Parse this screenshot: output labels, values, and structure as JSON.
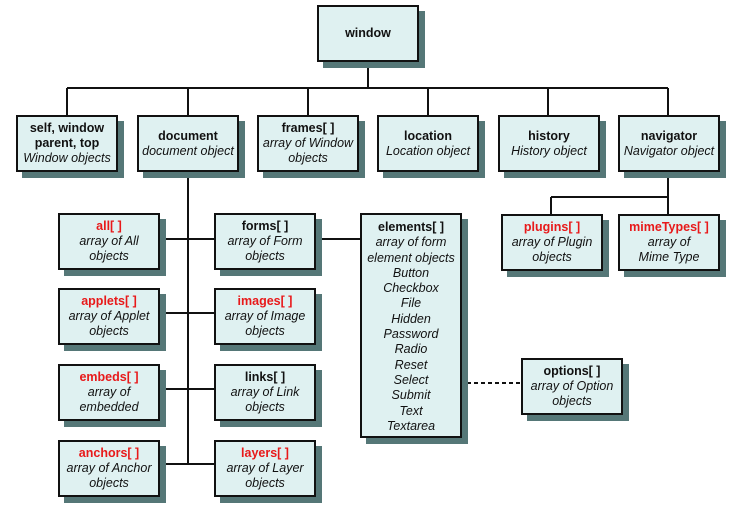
{
  "diagram": {
    "accent_color": "#e8191a",
    "box_fill": "#dff1f1",
    "shadow_color": "#557777",
    "nodes": {
      "window": {
        "title": "window",
        "desc": []
      },
      "self": {
        "title": "self, window",
        "title2": "parent, top",
        "desc": [
          "Window objects"
        ]
      },
      "document": {
        "title": "document",
        "desc": [
          "document object"
        ]
      },
      "frames": {
        "title": "frames[ ]",
        "desc": [
          "array of Window",
          "objects"
        ]
      },
      "location": {
        "title": "location",
        "desc": [
          "Location object"
        ]
      },
      "history": {
        "title": "history",
        "desc": [
          "History object"
        ]
      },
      "navigator": {
        "title": "navigator",
        "desc": [
          "Navigator object"
        ]
      },
      "all": {
        "title": "all[ ]",
        "desc": [
          "array of All",
          "objects"
        ]
      },
      "forms": {
        "title": "forms[ ]",
        "desc": [
          "array of Form",
          "objects"
        ]
      },
      "applets": {
        "title": "applets[ ]",
        "desc": [
          "array of Applet",
          "objects"
        ]
      },
      "images": {
        "title": "images[ ]",
        "desc": [
          "array of Image",
          "objects"
        ]
      },
      "embeds": {
        "title": "embeds[ ]",
        "desc": [
          "array of",
          "embedded"
        ]
      },
      "links": {
        "title": "links[ ]",
        "desc": [
          "array of Link",
          "objects"
        ]
      },
      "anchors": {
        "title": "anchors[ ]",
        "desc": [
          "array of Anchor",
          "objects"
        ]
      },
      "layers": {
        "title": "layers[ ]",
        "desc": [
          "array of Layer",
          "objects"
        ]
      },
      "elements": {
        "title": "elements[ ]",
        "desc": [
          "array of form",
          "element objects",
          "Button",
          "Checkbox",
          "File",
          "Hidden",
          "Password",
          "Radio",
          "Reset",
          "Select",
          "Submit",
          "Text",
          "Textarea"
        ]
      },
      "plugins": {
        "title": "plugins[ ]",
        "desc": [
          "array of Plugin",
          "objects"
        ]
      },
      "mimeTypes": {
        "title": "mimeTypes[ ]",
        "desc": [
          "array of",
          "Mime Type"
        ]
      },
      "options": {
        "title": "options[ ]",
        "desc": [
          "array of Option",
          "objects"
        ]
      }
    }
  }
}
